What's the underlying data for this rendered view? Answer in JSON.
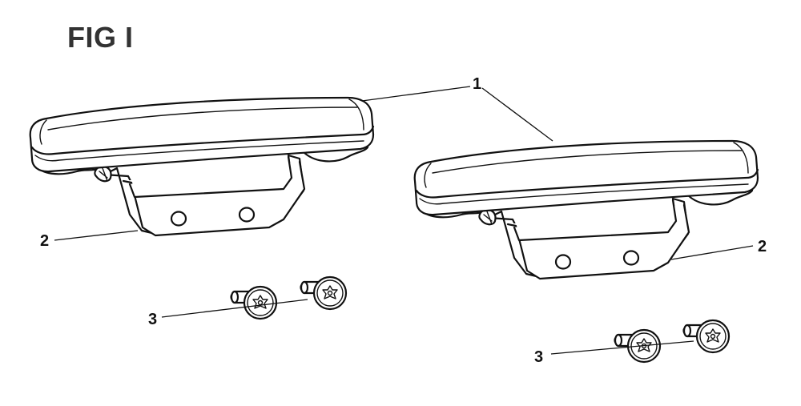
{
  "figure": {
    "title": "FIG I"
  },
  "callouts": {
    "armrest_pad": "1",
    "bracket_left": "2",
    "bracket_right": "2",
    "screws_left": "3",
    "screws_right": "3"
  },
  "colors": {
    "title": "#333333",
    "line": "#111111",
    "background": "#ffffff"
  }
}
